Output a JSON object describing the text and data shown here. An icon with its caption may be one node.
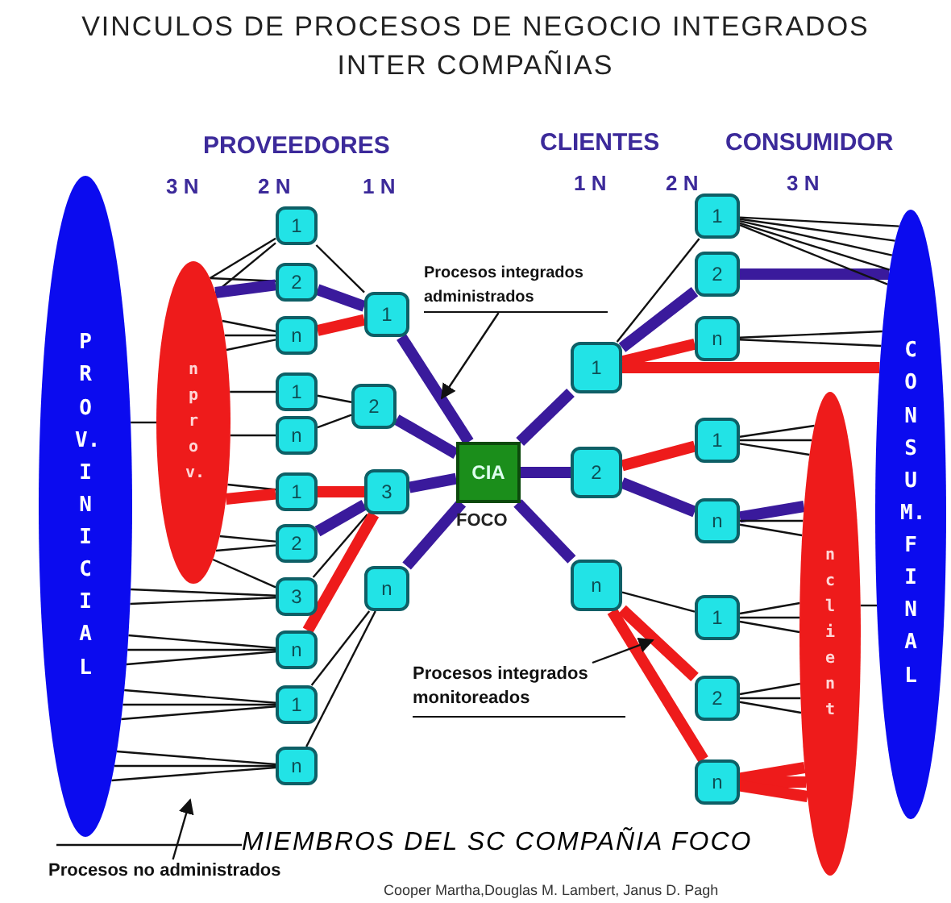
{
  "diagram": {
    "title": "VINCULOS DE PROCESOS DE NEGOCIO INTEGRADOS INTER COMPAÑIAS",
    "nodes": [
      {
        "text": [
          "PROV. INICIAL"
        ]
      },
      {
        "text": [
          "n prov."
        ]
      },
      {
        "text": [
          "1"
        ]
      },
      {
        "text": [
          "2"
        ]
      },
      {
        "text": [
          "n"
        ]
      },
      {
        "text": [
          "1"
        ]
      },
      {
        "text": [
          "n"
        ]
      },
      {
        "text": [
          "1"
        ]
      },
      {
        "text": [
          "2"
        ]
      },
      {
        "text": [
          "3"
        ]
      },
      {
        "text": [
          "n"
        ]
      },
      {
        "text": [
          "1"
        ]
      },
      {
        "text": [
          "n"
        ]
      },
      {
        "text": [
          "1"
        ]
      },
      {
        "text": [
          "2"
        ]
      },
      {
        "text": [
          "3"
        ]
      },
      {
        "text": [
          "n"
        ]
      },
      {
        "text": [
          "CIA"
        ],
        "beside": [
          "FOCO"
        ]
      },
      {
        "text": [
          "1"
        ]
      },
      {
        "text": [
          "2"
        ]
      },
      {
        "text": [
          "n"
        ]
      },
      {
        "text": [
          "1"
        ]
      },
      {
        "text": [
          "2"
        ]
      },
      {
        "text": [
          "n"
        ]
      },
      {
        "text": [
          "1"
        ]
      },
      {
        "text": [
          "n"
        ]
      },
      {
        "text": [
          "1"
        ]
      },
      {
        "text": [
          "2"
        ]
      },
      {
        "text": [
          "n"
        ]
      },
      {
        "text": [
          "n client"
        ]
      },
      {
        "text": [
          "CONSUM. FINAL"
        ]
      },
      {
        "text": [
          "Procesos integrados administrados"
        ]
      },
      {
        "text": [
          "Procesos integrados monitoreados"
        ]
      },
      {
        "text": [
          "Procesos no administrados"
        ]
      }
    ],
    "edges": [
      {
        "from": 0,
        "to": 1,
        "arrow": "none"
      },
      {
        "from": 1,
        "to": 2,
        "arrow": "none"
      },
      {
        "from": 1,
        "to": 2,
        "arrow": "none"
      },
      {
        "from": 1,
        "to": 3,
        "arrow": "none"
      },
      {
        "from": 1,
        "to": 4,
        "arrow": "none"
      },
      {
        "from": 1,
        "to": 4,
        "arrow": "none"
      },
      {
        "from": 1,
        "to": 4,
        "arrow": "none"
      },
      {
        "from": 1,
        "to": 5,
        "arrow": "none"
      },
      {
        "from": 1,
        "to": 6,
        "arrow": "none"
      },
      {
        "from": 1,
        "to": 7,
        "arrow": "none"
      },
      {
        "from": 1,
        "to": 8,
        "arrow": "none"
      },
      {
        "from": 1,
        "to": 8,
        "arrow": "none"
      },
      {
        "from": 1,
        "to": 9,
        "arrow": "none"
      },
      {
        "from": 0,
        "to": 9,
        "arrow": "none"
      },
      {
        "from": 0,
        "to": 9,
        "arrow": "none"
      },
      {
        "from": 0,
        "to": 10,
        "arrow": "none"
      },
      {
        "from": 0,
        "to": 10,
        "arrow": "none"
      },
      {
        "from": 0,
        "to": 10,
        "arrow": "none"
      },
      {
        "from": 0,
        "to": 11,
        "arrow": "none"
      },
      {
        "from": 0,
        "to": 11,
        "arrow": "none"
      },
      {
        "from": 0,
        "to": 11,
        "arrow": "none"
      },
      {
        "from": 0,
        "to": 12,
        "arrow": "none"
      },
      {
        "from": 0,
        "to": 12,
        "arrow": "none"
      },
      {
        "from": 0,
        "to": 12,
        "arrow": "none"
      },
      {
        "from": 2,
        "to": 13,
        "arrow": "none"
      },
      {
        "from": 5,
        "to": 14,
        "arrow": "none"
      },
      {
        "from": 6,
        "to": 14,
        "arrow": "none"
      },
      {
        "from": 9,
        "to": 15,
        "arrow": "none"
      },
      {
        "from": 11,
        "to": 16,
        "arrow": "none"
      },
      {
        "from": 12,
        "to": 16,
        "arrow": "none"
      },
      {
        "from": 1,
        "to": 3,
        "arrow": "none",
        "style": "thick",
        "color": "#3a1a9c"
      },
      {
        "from": 3,
        "to": 13,
        "arrow": "none",
        "style": "thick",
        "color": "#3a1a9c"
      },
      {
        "from": 13,
        "to": 17,
        "arrow": "none",
        "style": "thick",
        "color": "#3a1a9c"
      },
      {
        "from": 14,
        "to": 17,
        "arrow": "none",
        "style": "thick",
        "color": "#3a1a9c"
      },
      {
        "from": 15,
        "to": 17,
        "arrow": "none",
        "style": "thick",
        "color": "#3a1a9c"
      },
      {
        "from": 16,
        "to": 17,
        "arrow": "none",
        "style": "thick",
        "color": "#3a1a9c"
      },
      {
        "from": 8,
        "to": 15,
        "arrow": "none",
        "style": "thick",
        "color": "#3a1a9c"
      },
      {
        "from": 4,
        "to": 13,
        "arrow": "none",
        "style": "thick",
        "color": "#ee1b1b"
      },
      {
        "from": 1,
        "to": 7,
        "arrow": "none",
        "style": "thick",
        "color": "#ee1b1b"
      },
      {
        "from": 7,
        "to": 15,
        "arrow": "none",
        "style": "thick",
        "color": "#ee1b1b"
      },
      {
        "from": 10,
        "to": 15,
        "arrow": "none",
        "style": "thick",
        "color": "#ee1b1b"
      },
      {
        "from": 17,
        "to": 18,
        "arrow": "none",
        "style": "thick",
        "color": "#3a1a9c"
      },
      {
        "from": 17,
        "to": 19,
        "arrow": "none",
        "style": "thick",
        "color": "#3a1a9c"
      },
      {
        "from": 17,
        "to": 20,
        "arrow": "none",
        "style": "thick",
        "color": "#3a1a9c"
      },
      {
        "from": 18,
        "to": 22,
        "arrow": "none",
        "style": "thick",
        "color": "#3a1a9c"
      },
      {
        "from": 22,
        "to": 30,
        "arrow": "none",
        "style": "thick",
        "color": "#3a1a9c"
      },
      {
        "from": 19,
        "to": 25,
        "arrow": "none",
        "style": "thick",
        "color": "#3a1a9c"
      },
      {
        "from": 25,
        "to": 29,
        "arrow": "none",
        "style": "thick",
        "color": "#3a1a9c"
      },
      {
        "from": 18,
        "to": 23,
        "arrow": "none",
        "style": "thick",
        "color": "#ee1b1b"
      },
      {
        "from": 18,
        "to": 30,
        "arrow": "none",
        "style": "thick",
        "color": "#ee1b1b"
      },
      {
        "from": 19,
        "to": 24,
        "arrow": "none",
        "style": "thick",
        "color": "#ee1b1b"
      },
      {
        "from": 20,
        "to": 27,
        "arrow": "none",
        "style": "thick",
        "color": "#ee1b1b"
      },
      {
        "from": 20,
        "to": 28,
        "arrow": "none",
        "style": "thick",
        "color": "#ee1b1b"
      },
      {
        "from": 28,
        "to": 29,
        "arrow": "none",
        "style": "thick",
        "color": "#ee1b1b"
      },
      {
        "from": 28,
        "to": 29,
        "arrow": "none",
        "style": "thick",
        "color": "#ee1b1b"
      },
      {
        "from": 28,
        "to": 29,
        "arrow": "none",
        "style": "thick",
        "color": "#ee1b1b"
      },
      {
        "from": 18,
        "to": 21,
        "arrow": "none"
      },
      {
        "from": 21,
        "to": 30,
        "arrow": "none"
      },
      {
        "from": 21,
        "to": 30,
        "arrow": "none"
      },
      {
        "from": 21,
        "to": 30,
        "arrow": "none"
      },
      {
        "from": 21,
        "to": 30,
        "arrow": "none"
      },
      {
        "from": 21,
        "to": 30,
        "arrow": "none"
      },
      {
        "from": 23,
        "to": 30,
        "arrow": "none"
      },
      {
        "from": 23,
        "to": 30,
        "arrow": "none"
      },
      {
        "from": 24,
        "to": 29,
        "arrow": "none"
      },
      {
        "from": 24,
        "to": 29,
        "arrow": "none"
      },
      {
        "from": 24,
        "to": 29,
        "arrow": "none"
      },
      {
        "from": 25,
        "to": 29,
        "arrow": "none"
      },
      {
        "from": 25,
        "to": 29,
        "arrow": "none"
      },
      {
        "from": 26,
        "to": 29,
        "arrow": "none"
      },
      {
        "from": 26,
        "to": 29,
        "arrow": "none"
      },
      {
        "from": 26,
        "to": 29,
        "arrow": "none"
      },
      {
        "from": 27,
        "to": 29,
        "arrow": "none"
      },
      {
        "from": 27,
        "to": 29,
        "arrow": "none"
      },
      {
        "from": 27,
        "to": 29,
        "arrow": "none"
      },
      {
        "from": 20,
        "to": 26,
        "arrow": "none"
      },
      {
        "from": 29,
        "to": 30,
        "arrow": "none"
      },
      {
        "from": 31,
        "to": null,
        "arrow": "to"
      },
      {
        "from": 32,
        "to": null,
        "arrow": "to"
      },
      {
        "from": 33,
        "to": null,
        "arrow": "to"
      }
    ],
    "labels": [
      "PROVEEDORES",
      "CLIENTES",
      "CONSUMIDOR",
      "3 N",
      "2 N",
      "1 N",
      "1 N",
      "2 N",
      "3 N",
      "MIEMBROS DEL SC COMPAÑIA FOCO",
      "Cooper Martha,Douglas M. Lambert, Janus D. Pagh"
    ]
  }
}
